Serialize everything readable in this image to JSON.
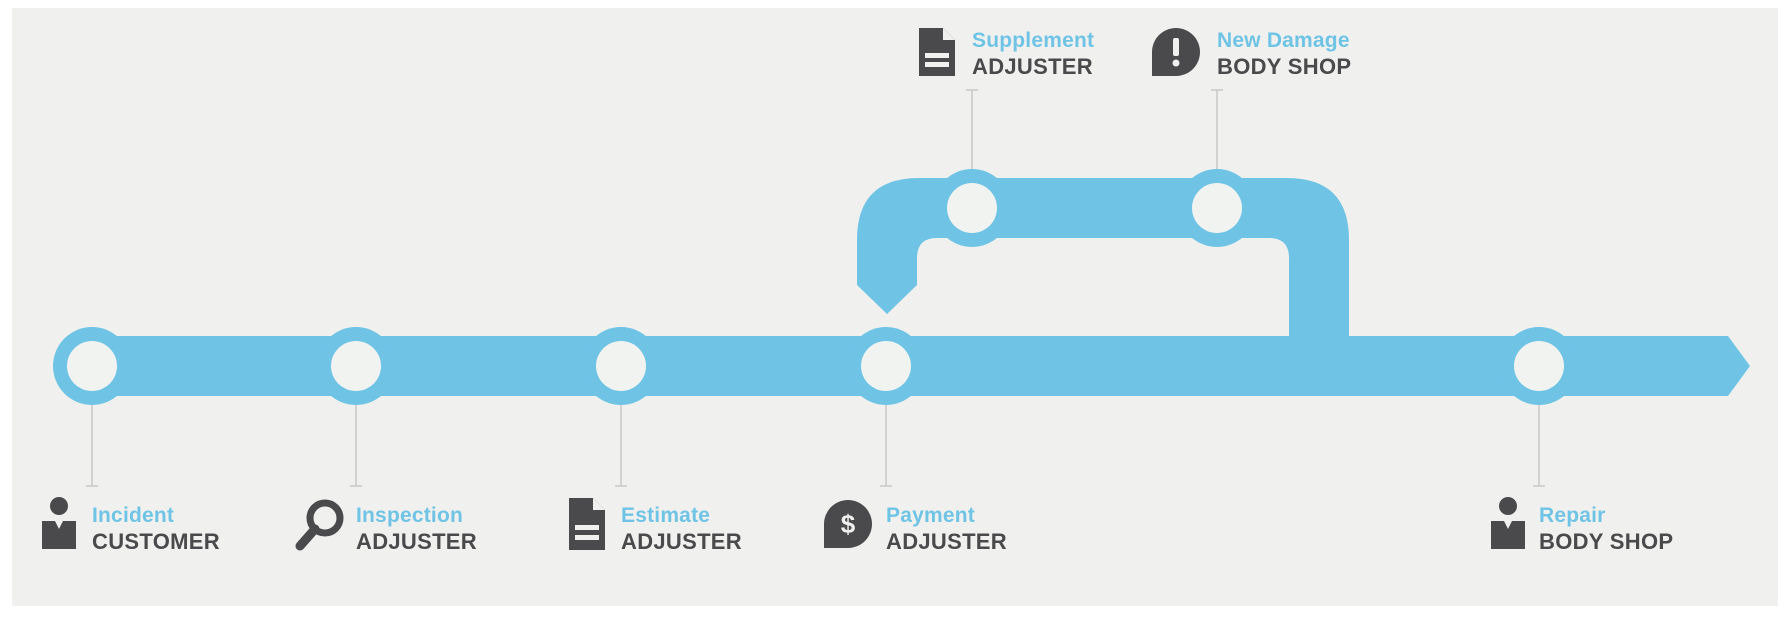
{
  "colors": {
    "background": "#f0f0ef",
    "pipe": "#6fc4e6",
    "node_fill": "#f1f3f1",
    "connector": "#c9c9c9",
    "icon": "#4a4a4c",
    "title_text": "#6fc4e6",
    "role_text": "#4a4a4c"
  },
  "steps": [
    {
      "title": "Incident",
      "role": "CUSTOMER",
      "icon": "person-icon"
    },
    {
      "title": "Inspection",
      "role": "ADJUSTER",
      "icon": "magnifier-icon"
    },
    {
      "title": "Estimate",
      "role": "ADJUSTER",
      "icon": "document-icon"
    },
    {
      "title": "Payment",
      "role": "ADJUSTER",
      "icon": "dollar-icon"
    },
    {
      "title": "Repair",
      "role": "BODY SHOP",
      "icon": "person-icon"
    }
  ],
  "branch_steps": [
    {
      "title": "Supplement",
      "role": "ADJUSTER",
      "icon": "document-icon"
    },
    {
      "title": "New Damage",
      "role": "BODY SHOP",
      "icon": "alert-icon"
    }
  ]
}
